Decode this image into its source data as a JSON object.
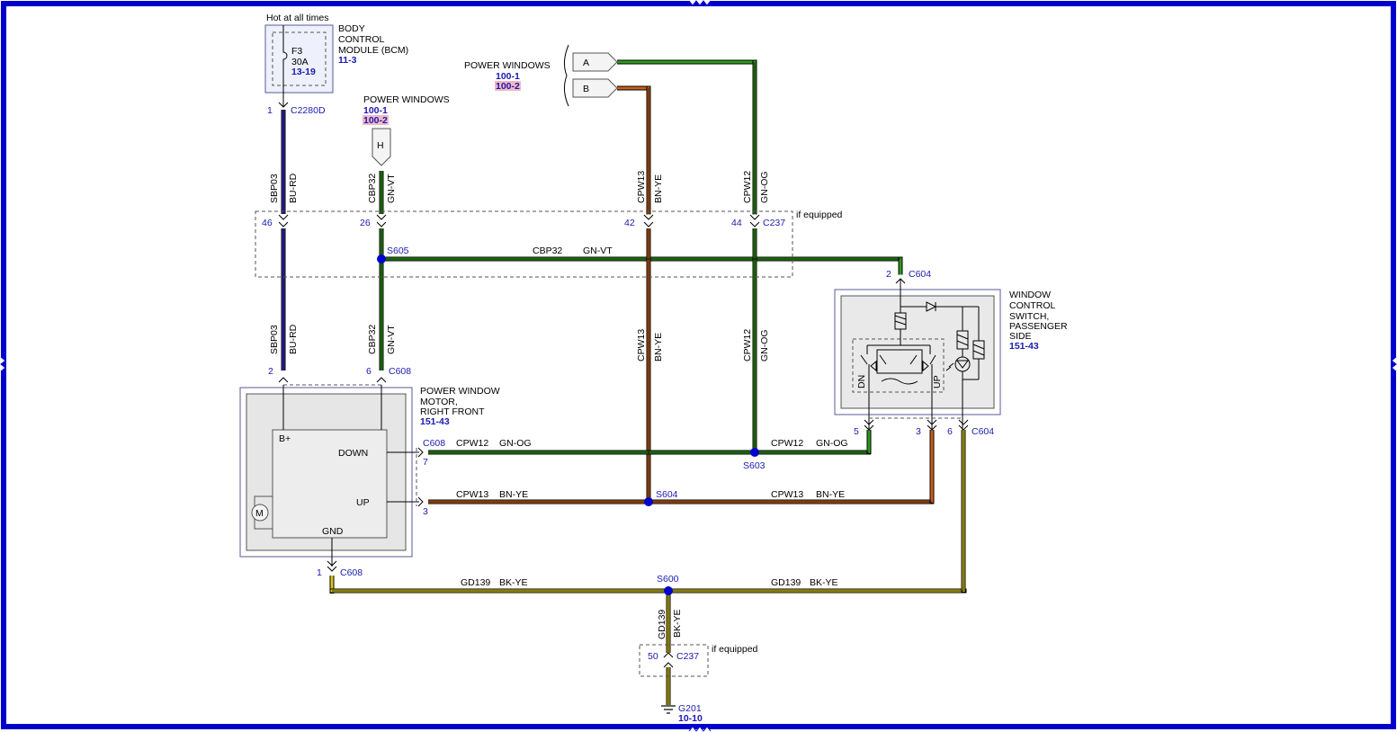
{
  "colors": {
    "border": "#0000cc",
    "blue_red": "#3a2fd0",
    "green": "#2e9a1a",
    "green_orange": "#2e9a1a",
    "brown_yellow": "#c8601a",
    "black_yellow": "#1a1a1a",
    "splice": "#0000cc",
    "highlight": "#f2b8c6"
  },
  "labels": {
    "hot_at_all_times": "Hot at all times",
    "bcm_line1": "BODY",
    "bcm_line2": "CONTROL",
    "bcm_line3": "MODULE (BCM)",
    "bcm_ref": "11-3",
    "fuse_name": "F3",
    "fuse_rating": "30A",
    "fuse_ref": "13-19",
    "c2280d_pin": "1",
    "c2280d": "C2280D",
    "pw_left_title": "POWER WINDOWS",
    "pw_left_ref1": "100-1",
    "pw_left_ref2": "100-2",
    "pw_top_title": "POWER WINDOWS",
    "pw_top_ref1": "100-1",
    "pw_top_ref2": "100-2",
    "conn_h": "H",
    "conn_a": "A",
    "conn_b": "B",
    "sbp03": "SBP03",
    "bu_rd": "BU-RD",
    "cbp32": "CBP32",
    "gn_vt": "GN-VT",
    "cpw13": "CPW13",
    "bn_ye": "BN-YE",
    "cpw12": "CPW12",
    "gn_og": "GN-OG",
    "gd139": "GD139",
    "bk_ye": "BK-YE",
    "pin46": "46",
    "pin26": "26",
    "pin42": "42",
    "pin44": "44",
    "c237": "C237",
    "if_equipped": "if equipped",
    "s605": "S605",
    "pin2_c604": "2",
    "c604": "C604",
    "pin2_c608": "2",
    "pin6_c608": "6",
    "c608": "C608",
    "motor_line1": "POWER WINDOW",
    "motor_line2": "MOTOR,",
    "motor_line3": "RIGHT FRONT",
    "motor_ref": "151-43",
    "b_plus": "B+",
    "down": "DOWN",
    "up": "UP",
    "gnd": "GND",
    "motor_m": "M",
    "pin7": "7",
    "pin3_c608": "3",
    "s603": "S603",
    "s604": "S604",
    "sw_line1": "WINDOW",
    "sw_line2": "CONTROL",
    "sw_line3": "SWITCH,",
    "sw_line4": "PASSENGER",
    "sw_line5": "SIDE",
    "sw_ref": "151-43",
    "sw_dn": "DN",
    "sw_up": "UP",
    "pin5": "5",
    "pin3_c604": "3",
    "pin6_c604": "6",
    "pin1_c608": "1",
    "s600": "S600",
    "pin50": "50",
    "g201": "G201",
    "g201_ref": "10-10"
  }
}
